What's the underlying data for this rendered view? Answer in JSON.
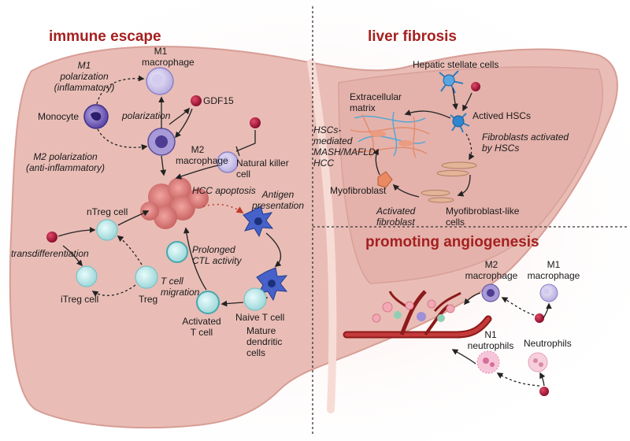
{
  "headings": {
    "immune_escape": "immune escape",
    "liver_fibrosis": "liver fibrosis",
    "angiogenesis": "promoting angiogenesis"
  },
  "immune": {
    "m1_polarization": [
      "M1",
      "polarization",
      "(inflammatory)"
    ],
    "m1_macrophage": [
      "M1",
      "macrophage"
    ],
    "monocyte": "Monocyte",
    "polarization": "polarization",
    "gdf15": "GDF15",
    "m2_polarization": [
      "M2 polarization",
      "(anti-inflammatory)"
    ],
    "m2_macrophage": [
      "M2",
      "macrophage"
    ],
    "nk_cell": [
      "Natural killer",
      "cell"
    ],
    "hcc_apoptosis": "HCC apoptosis",
    "antigen_presentation": [
      "Antigen",
      "presentation"
    ],
    "ntreg": "nTreg cell",
    "transdifferentiation": "transdifferentiation",
    "prolonged_ctl": [
      "Prolonged",
      "CTL activity"
    ],
    "itreg": "iTreg cell",
    "treg": "Treg",
    "t_cell_migration": [
      "T cell",
      "migration"
    ],
    "activated_t": [
      "Activated",
      "T cell"
    ],
    "naive_t": "Naive T cell",
    "mature_dc": [
      "Mature",
      "dendritic",
      "cells"
    ]
  },
  "fibrosis": {
    "hsc": "Hepatic stellate cells",
    "ecm": [
      "Extracellular",
      "matrix"
    ],
    "actived_hsc": "Actived HSCs",
    "hscs_mediated": [
      "HSCs-",
      "mediated",
      "MASH/MAFLD",
      "HCC"
    ],
    "fibroblasts_activated": [
      "Fibroblasts activated",
      "by HSCs"
    ],
    "myofibroblast": "Myofibroblast",
    "activated_fibroblast": [
      "Activated",
      "fibroblast"
    ],
    "myofibroblast_like": [
      "Myofibroblast-like",
      "cells"
    ]
  },
  "angio": {
    "m2_macrophage": [
      "M2",
      "macrophage"
    ],
    "m1_macrophage": [
      "M1",
      "macrophage"
    ],
    "n1_neutrophils": [
      "N1",
      "neutrophils"
    ],
    "neutrophils": "Neutrophils"
  },
  "colors": {
    "heading": "#a52020",
    "liver_fill": "#e9bdb6",
    "gdf15_dot": "#b0123a",
    "arrow": "#222222"
  }
}
